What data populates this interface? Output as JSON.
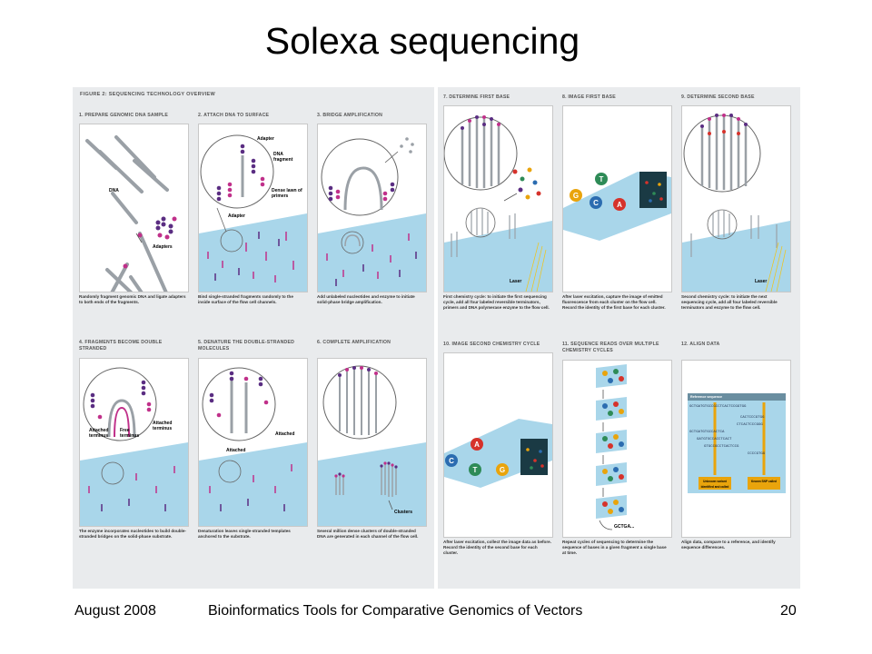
{
  "slide": {
    "title": "Solexa sequencing",
    "footer_date": "August 2008",
    "footer_title": "Bioinformatics Tools for Comparative Genomics of Vectors",
    "footer_page": "20"
  },
  "figure": {
    "heading": "FIGURE 2: SEQUENCING TECHNOLOGY OVERVIEW",
    "panels": [
      {
        "title": "1. PREPARE GENOMIC DNA SAMPLE",
        "caption": "Randomly fragment genomic DNA and ligate adapters to both ends of the fragments.",
        "labels": [
          "DNA",
          "Adapters"
        ]
      },
      {
        "title": "2. ATTACH DNA TO SURFACE",
        "caption": "Bind single-stranded fragments randomly to the inside surface of the flow cell channels.",
        "labels": [
          "Adapter",
          "DNA fragment",
          "Dense lawn of primers",
          "Adapter"
        ]
      },
      {
        "title": "3. BRIDGE AMPLIFICATION",
        "caption": "Add unlabeled nucleotides and enzyme to initiate solid-phase bridge amplification.",
        "labels": []
      },
      {
        "title": "4. FRAGMENTS BECOME DOUBLE STRANDED",
        "caption": "The enzyme incorporates nucleotides to build double-stranded bridges on the solid-phase substrate.",
        "labels": [
          "Attached terminus",
          "Free terminus",
          "Attached terminus"
        ]
      },
      {
        "title": "5. DENATURE THE DOUBLE-STRANDED MOLECULES",
        "caption": "Denaturation leaves single-stranded templates anchored to the substrate.",
        "labels": [
          "Attached",
          "Attached"
        ]
      },
      {
        "title": "6. COMPLETE AMPLIFICATION",
        "caption": "Several million dense clusters of double-stranded DNA are generated in each channel of the flow cell.",
        "labels": [
          "Clusters"
        ]
      },
      {
        "title": "7. DETERMINE FIRST BASE",
        "caption": "First chemistry cycle: to initiate the first sequencing cycle, add all four labeled reversible terminators, primers and DNA polymerase enzyme to the flow cell.",
        "labels": [
          "Laser"
        ]
      },
      {
        "title": "8. IMAGE FIRST BASE",
        "caption": "After laser excitation, capture the image of emitted fluorescence from each cluster on the flow cell. Record the identity of the first base for each cluster.",
        "labels": []
      },
      {
        "title": "9. DETERMINE SECOND BASE",
        "caption": "Second chemistry cycle: to initiate the next sequencing cycle, add all four labeled reversible terminators and enzyme to the flow cell.",
        "labels": [
          "Laser"
        ]
      },
      {
        "title": "10. IMAGE SECOND CHEMISTRY CYCLE",
        "caption": "After laser excitation, collect the image data as before. Record the identity of the second base for each cluster.",
        "labels": []
      },
      {
        "title": "11. SEQUENCE READS OVER MULTIPLE CHEMISTRY CYCLES",
        "caption": "Repeat cycles of sequencing to determine the sequence of bases in a given fragment a single base at time.",
        "labels": [
          "GCTGA..."
        ]
      },
      {
        "title": "12. ALIGN DATA",
        "caption": "Align data, compare to a reference, and identify sequence differences.",
        "labels": [
          "Reference sequence",
          "Unknown variant identified and called",
          "Known SNP called"
        ]
      }
    ],
    "sequences": {
      "reference": "GCTGATGTGCCGCCTCACTCCGGTGG",
      "reads": [
        "CACTCCCGTGG",
        "CTCACTCCCGGG",
        "GCTGATGTGCCACTCA",
        "GATGTGCCACCTCACT",
        "GTGCCGCCTCACTCCG",
        "CCCCGTGG"
      ]
    },
    "colors": {
      "accent_purple": "#5a2d82",
      "accent_magenta": "#c0308a",
      "strand_grey": "#9aa0a6",
      "flowcell_blue": "#a9d6ea",
      "base_A": "#d6322b",
      "base_C": "#2b6cb0",
      "base_G": "#e9a40c",
      "base_T": "#2e8b57"
    }
  }
}
